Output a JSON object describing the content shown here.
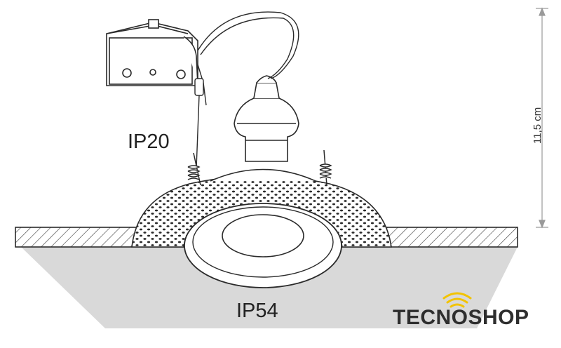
{
  "labels": {
    "top_rating": "IP20",
    "bottom_rating": "IP54",
    "height": "11,5 cm"
  },
  "brand": {
    "name": "TECNOSHOP",
    "accent_color": "#f2c300"
  },
  "colors": {
    "line": "#2a2a2a",
    "ceiling_shade": "#d9d9d9",
    "dimension_line": "#9a9a9a"
  }
}
